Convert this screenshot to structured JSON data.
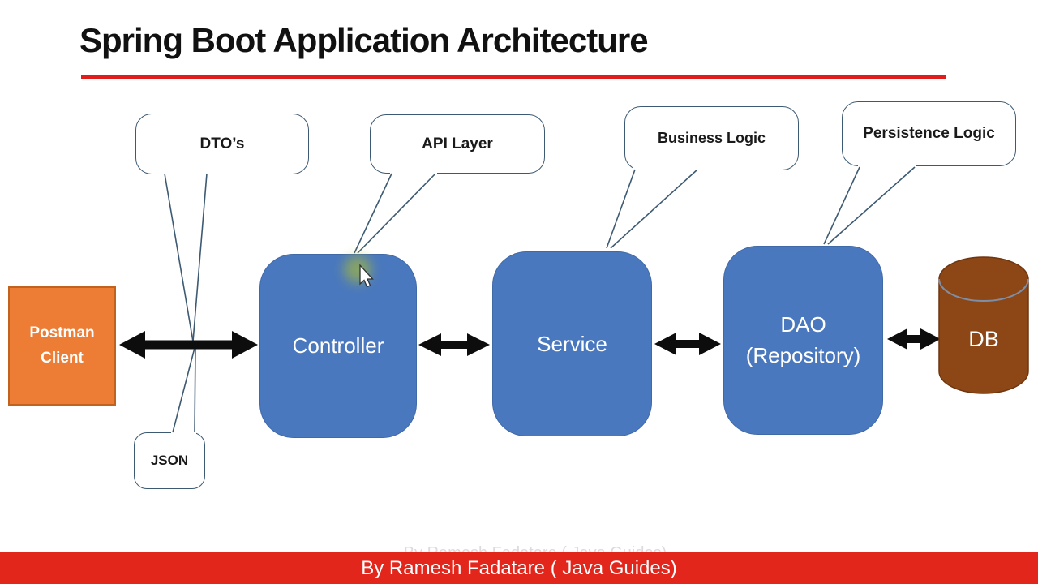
{
  "title": "Spring Boot Application Architecture",
  "callouts": {
    "dtos": {
      "label": "DTO’s"
    },
    "api_layer": {
      "label": "API Layer"
    },
    "business_logic": {
      "label": "Business Logic"
    },
    "persistence_logic": {
      "label": "Persistence Logic"
    },
    "json": {
      "label": "JSON"
    }
  },
  "nodes": {
    "postman_client": {
      "line1": "Postman",
      "line2": "Client",
      "fill": "#ED7D35",
      "border": "#C1631F"
    },
    "controller": {
      "label": "Controller",
      "fill": "#4A78BE"
    },
    "service": {
      "label": "Service",
      "fill": "#4A78BE"
    },
    "dao": {
      "line1": "DAO",
      "line2": "(Repository)",
      "fill": "#4A78BE"
    },
    "db": {
      "label": "DB",
      "fill": "#8D4716"
    }
  },
  "footer": {
    "text": "By Ramesh Fadatare ( Java Guides)",
    "bg": "#E3261B"
  },
  "colors": {
    "title_rule": "#E21B1B",
    "callout_border": "#3D5A73",
    "node_blue": "#4A78BE",
    "arrow_black": "#0D0D0D",
    "db_brown": "#8D4716",
    "cursor_glow": "#AEBF2E"
  }
}
